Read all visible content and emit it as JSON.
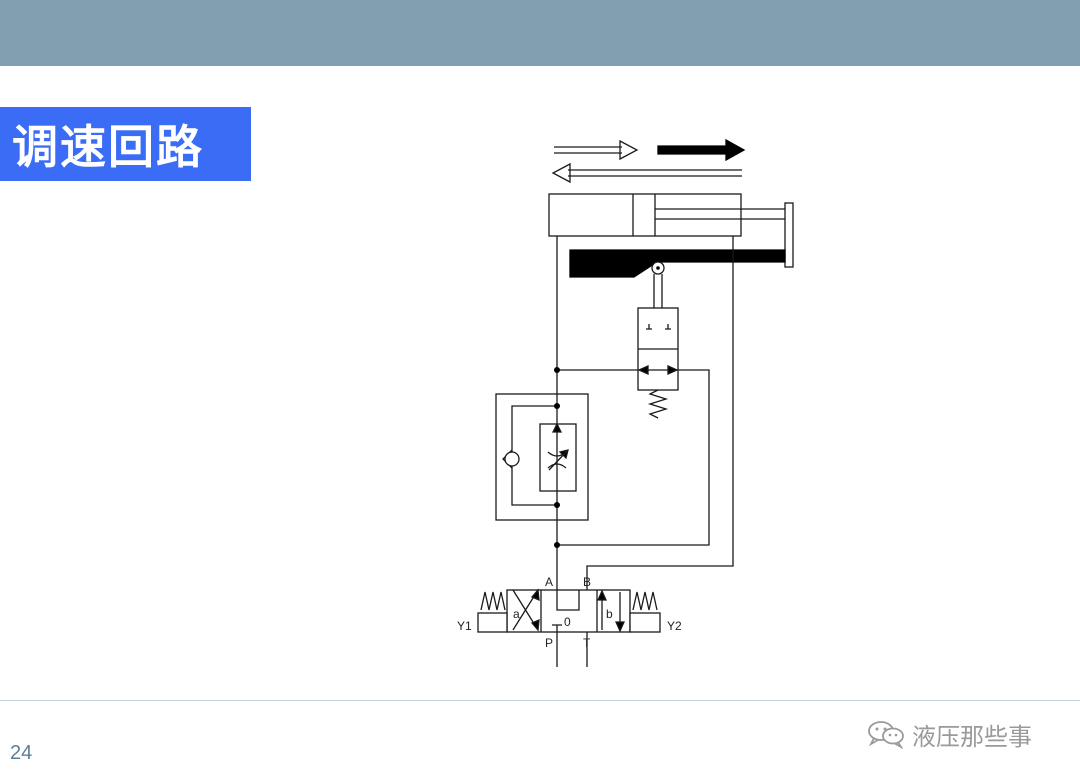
{
  "header": {
    "color": "#819fb1"
  },
  "title": {
    "text": "调速回路",
    "background": "#3b6cf6"
  },
  "diagram": {
    "labels": {
      "port_a": "A",
      "port_b": "B",
      "port_p": "P",
      "port_t": "T",
      "solenoid_left": "Y1",
      "solenoid_right": "Y2",
      "position_a": "a",
      "position_b": "b",
      "position_center": "0"
    }
  },
  "footer": {
    "page_number": "24",
    "watermark": "液压那些事",
    "watermark_icon": "wechat-icon"
  }
}
